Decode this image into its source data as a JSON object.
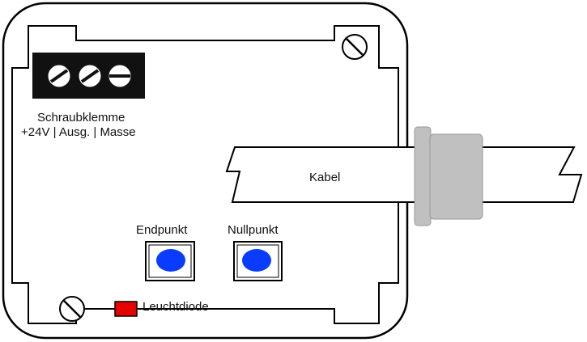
{
  "labels": {
    "terminal_name": "Schraubklemme",
    "terminal_pins": "+24V | Ausg. | Masse",
    "cable": "Kabel",
    "endpoint_button": "Endpunkt",
    "zeropoint_button": "Nullpunkt",
    "led": "Leuchtdiode"
  },
  "colors": {
    "outline": "#000000",
    "terminal_block": "#111111",
    "button_dot": "#0a3cff",
    "led": "#e60000",
    "gland": "#c0c0c0",
    "background": "#ffffff"
  },
  "icons": {
    "mounting_screw": "slotted-screw-icon",
    "terminal_screw": "terminal-screw-icon"
  }
}
